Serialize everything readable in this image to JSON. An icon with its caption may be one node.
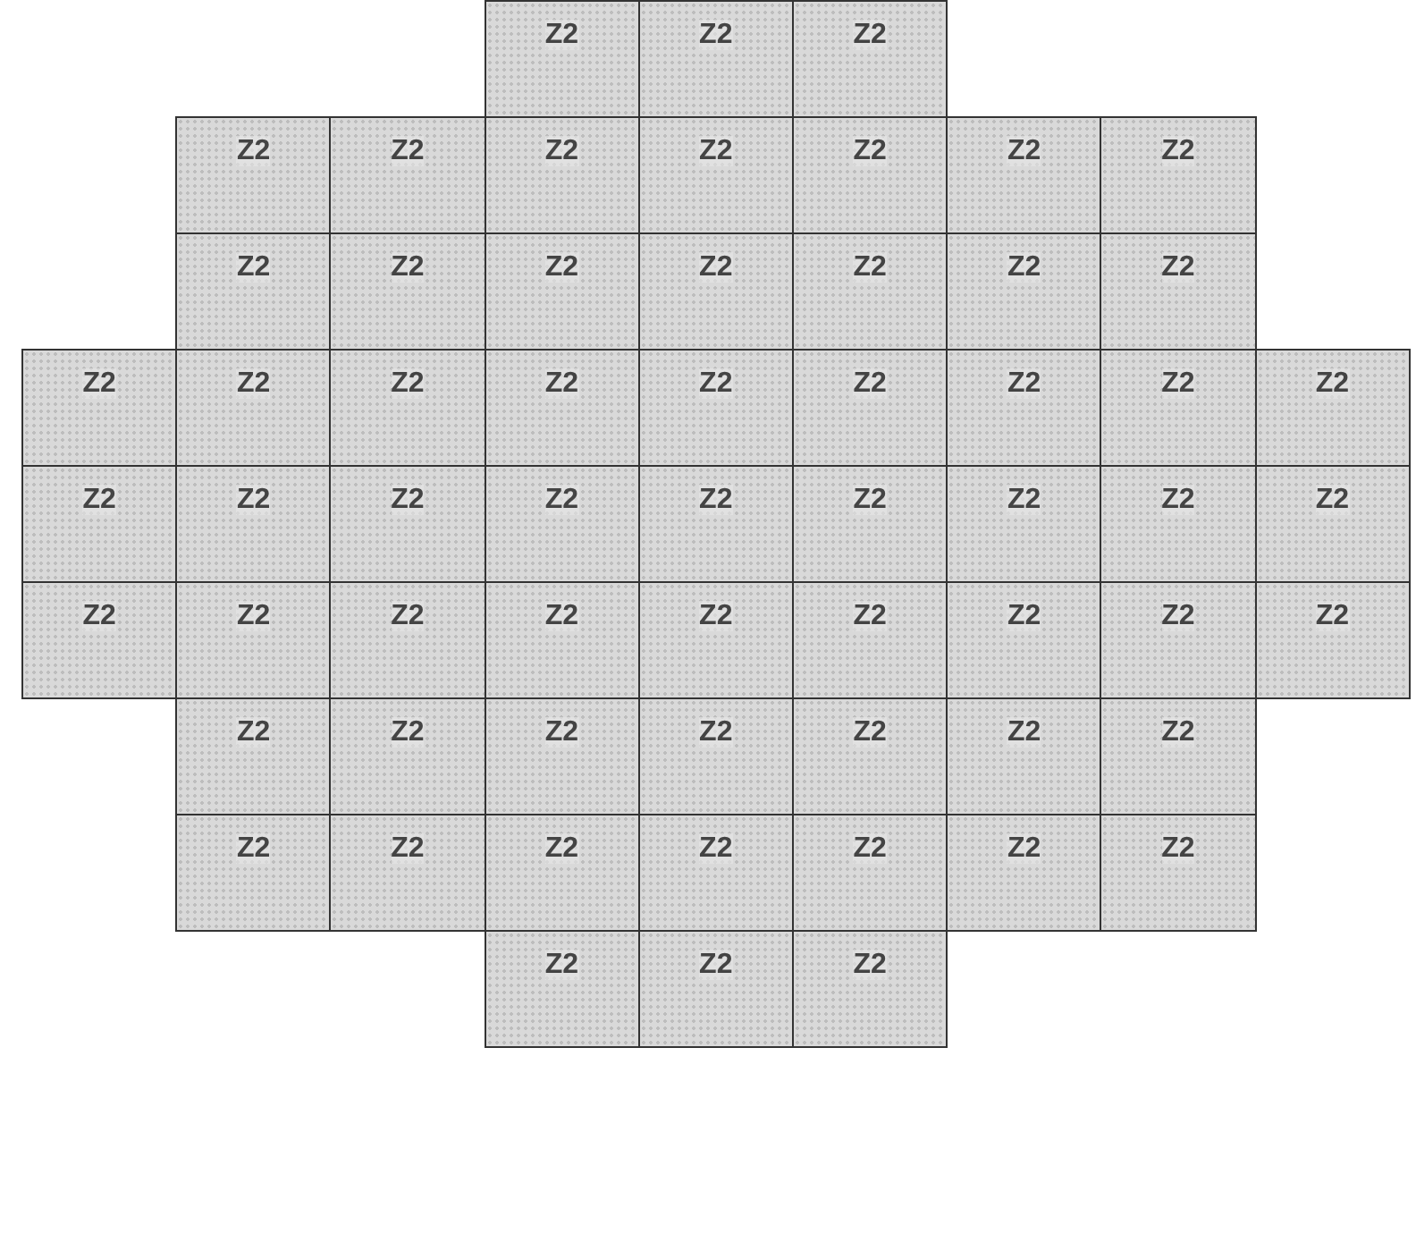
{
  "diagram": {
    "nodes": [
      {
        "text": [
          "Z2"
        ]
      },
      {
        "text": [
          "Z2"
        ]
      },
      {
        "text": [
          "Z2"
        ]
      },
      {
        "text": [
          "Z2"
        ]
      },
      {
        "text": [
          "Z2"
        ]
      },
      {
        "text": [
          "Z2"
        ]
      },
      {
        "text": [
          "Z2"
        ]
      },
      {
        "text": [
          "Z2"
        ]
      },
      {
        "text": [
          "Z2"
        ]
      },
      {
        "text": [
          "Z2"
        ]
      },
      {
        "text": [
          "Z2"
        ]
      },
      {
        "text": [
          "Z2"
        ]
      },
      {
        "text": [
          "Z2"
        ]
      },
      {
        "text": [
          "Z2"
        ]
      },
      {
        "text": [
          "Z2"
        ]
      },
      {
        "text": [
          "Z2"
        ]
      },
      {
        "text": [
          "Z2"
        ]
      },
      {
        "text": [
          "Z2"
        ]
      },
      {
        "text": [
          "Z2"
        ]
      },
      {
        "text": [
          "Z2"
        ]
      },
      {
        "text": [
          "Z2"
        ]
      },
      {
        "text": [
          "Z2"
        ]
      },
      {
        "text": [
          "Z2"
        ]
      },
      {
        "text": [
          "Z2"
        ]
      },
      {
        "text": [
          "Z2"
        ]
      },
      {
        "text": [
          "Z2"
        ]
      },
      {
        "text": [
          "Z2"
        ]
      },
      {
        "text": [
          "Z2"
        ]
      },
      {
        "text": [
          "Z2"
        ]
      },
      {
        "text": [
          "Z2"
        ]
      },
      {
        "text": [
          "Z2"
        ]
      },
      {
        "text": [
          "Z2"
        ]
      },
      {
        "text": [
          "Z2"
        ]
      },
      {
        "text": [
          "Z2"
        ]
      },
      {
        "text": [
          "Z2"
        ]
      },
      {
        "text": [
          "Z2"
        ]
      },
      {
        "text": [
          "Z2"
        ]
      },
      {
        "text": [
          "Z2"
        ]
      },
      {
        "text": [
          "Z2"
        ]
      },
      {
        "text": [
          "Z2"
        ]
      },
      {
        "text": [
          "Z2"
        ]
      },
      {
        "text": [
          "Z2"
        ]
      },
      {
        "text": [
          "Z2"
        ]
      },
      {
        "text": [
          "Z2"
        ]
      },
      {
        "text": [
          "Z2"
        ]
      },
      {
        "text": [
          "Z2"
        ]
      },
      {
        "text": [
          "Z2"
        ]
      },
      {
        "text": [
          "Z2"
        ]
      },
      {
        "text": [
          "Z2"
        ]
      },
      {
        "text": [
          "Z2"
        ]
      },
      {
        "text": [
          "Z2"
        ]
      },
      {
        "text": [
          "Z2"
        ]
      },
      {
        "text": [
          "Z2"
        ]
      },
      {
        "text": [
          "Z2"
        ]
      },
      {
        "text": [
          "Z2"
        ]
      },
      {
        "text": [
          "Z2"
        ]
      },
      {
        "text": [
          "Z2"
        ]
      },
      {
        "text": [
          "Z2"
        ]
      },
      {
        "text": [
          "Z2"
        ]
      },
      {
        "text": [
          "Z2"
        ]
      },
      {
        "text": [
          "Z2"
        ]
      }
    ]
  }
}
